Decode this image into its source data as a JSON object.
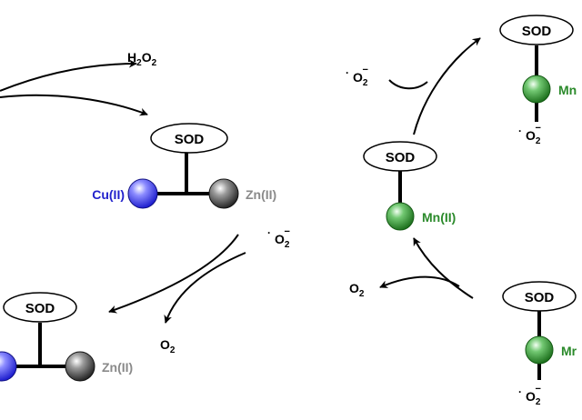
{
  "colors": {
    "cu": "#3a3af0",
    "cu_label": "#2222cc",
    "zn": "#555555",
    "zn_label": "#8a8a8a",
    "mn": "#2f9a2f",
    "mn_label": "#2b8a2b",
    "ink": "#000000"
  },
  "cuzn_top": {
    "sod": "SOD",
    "cu_label": "Cu(II)",
    "zn_label": "Zn(II)"
  },
  "cuzn_bottom": {
    "sod": "SOD",
    "zn_label": "Zn(II)"
  },
  "cuzn_species": {
    "h2o2": {
      "main": "H",
      "sub1": "2",
      "mid": "O",
      "sub2": "2"
    },
    "superoxide": {
      "dot": "·",
      "main": "O",
      "sub": "2",
      "sup": "−"
    },
    "o2": {
      "main": "O",
      "sub": "2"
    }
  },
  "mn_top": {
    "sod": "SOD",
    "mn_label": "Mn"
  },
  "mn_middle": {
    "sod": "SOD",
    "mn_label": "Mn(II)"
  },
  "mn_bottom": {
    "sod": "SOD",
    "mn_label": "Mr"
  },
  "mn_species": {
    "superoxide_in": {
      "dot": "·",
      "main": "O",
      "sub": "2",
      "sup": "−"
    },
    "superoxide_bound_top": {
      "dot": "·",
      "main": "O",
      "sub": "2",
      "sup": "−"
    },
    "superoxide_bound_bottom": {
      "dot": "·",
      "main": "O",
      "sub": "2",
      "sup": "−"
    },
    "o2_out": {
      "main": "O",
      "sub": "2"
    }
  }
}
